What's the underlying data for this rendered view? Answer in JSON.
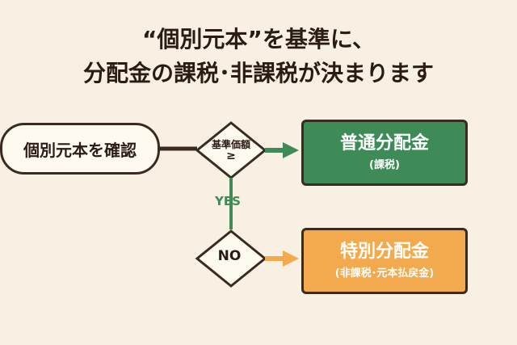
{
  "title": {
    "line1": "“個別元本”を基準に、",
    "line2": "分配金の課税･非課税が決まります"
  },
  "start": {
    "label": "個別元本を確認"
  },
  "decision": {
    "line1": "基準価額",
    "line2": "≥"
  },
  "yes_label": "YES",
  "no_label": "NO",
  "result_taxed": {
    "main": "普通分配金",
    "sub": "(課税)"
  },
  "result_special": {
    "main": "特別分配金",
    "sub": "(非課税･元本払戻金)"
  },
  "colors": {
    "background": "#f8f1e3",
    "green": "#3e8b57",
    "orange": "#f3a94e",
    "outline": "#3a2a20"
  }
}
